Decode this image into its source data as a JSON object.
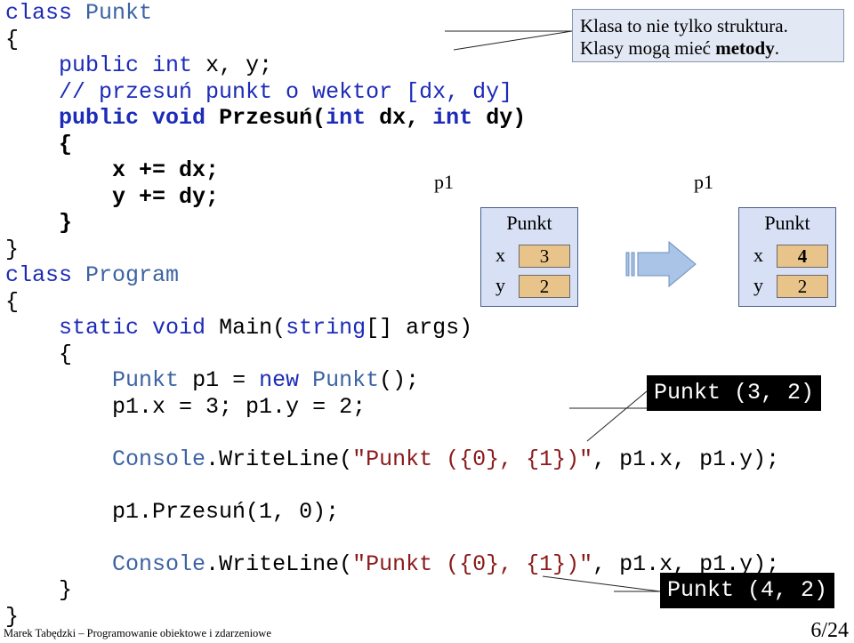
{
  "code": {
    "l1": {
      "kw": "class",
      "name": "Punkt"
    },
    "l2": "{",
    "l3": {
      "kw1": "public",
      "kw2": "int",
      "rest": "x, y;"
    },
    "l4": "// przesuń punkt o wektor [dx, dy]",
    "l5": {
      "kw1": "public",
      "kw2": "void",
      "name": "Przesuń(",
      "kw3": "int",
      "mid": "dx,",
      "kw4": "int",
      "end": "dy)"
    },
    "l6": "{",
    "l7": "x += dx;",
    "l8": "y += dy;",
    "l9": "}",
    "l10": "}",
    "l11": {
      "kw": "class",
      "name": "Program"
    },
    "l12": "{",
    "l13": {
      "kw1": "static",
      "kw2": "void",
      "rest": "Main(",
      "kw3": "string",
      "end": "[] args)"
    },
    "l14": "{",
    "l15": {
      "type": "Punkt",
      "mid": "p1 =",
      "kw": "new",
      "ctor": "Punkt",
      "end": "();"
    },
    "l16": "p1.x = 3; p1.y = 2;",
    "l18": {
      "cls": "Console",
      "method": ".WriteLine(",
      "str": "\"Punkt ({0}, {1})\"",
      "end": ", p1.x, p1.y);"
    },
    "l20": "p1.Przesuń(1, 0);",
    "l22": {
      "cls": "Console",
      "method": ".WriteLine(",
      "str": "\"Punkt ({0}, {1})\"",
      "end": ", p1.x, p1.y);"
    },
    "l23": "}",
    "l24": "}"
  },
  "note": {
    "line1": "Klasa to nie tylko struktura.",
    "line2_pre": "Klasy mogą mieć ",
    "line2_bold": "metody",
    "line2_post": "."
  },
  "before": {
    "ref": "p1",
    "class": "Punkt",
    "x_label": "x",
    "x": "3",
    "y_label": "y",
    "y": "2"
  },
  "after": {
    "ref": "p1",
    "class": "Punkt",
    "x_label": "x",
    "x": "4",
    "y_label": "y",
    "y": "2"
  },
  "output1": "Punkt (3, 2)",
  "output2": "Punkt (4, 2)",
  "footer": "Marek Tabędzki – Programowanie obiektowe i zdarzeniowe",
  "page": "6/24",
  "colors": {
    "keyword": "#1c2bb8",
    "class_name": "#3d63a3",
    "string": "#8b1a1a",
    "object_box": "#d7e0f4",
    "field_box": "#e9c48a",
    "note_bg": "#e3e8f5",
    "arrow": "#a9c4e6"
  }
}
